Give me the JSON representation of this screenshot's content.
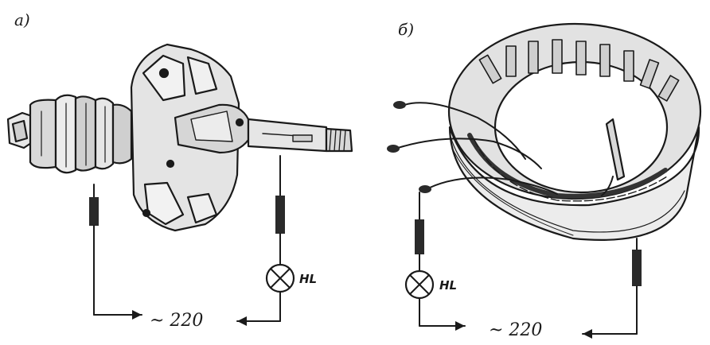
{
  "panels": {
    "left": {
      "label": "а)",
      "lamp_label": "HL",
      "voltage_label": "~ 220"
    },
    "right": {
      "label": "б)",
      "lamp_label": "HL",
      "voltage_label": "~ 220"
    }
  },
  "colors": {
    "ink": "#1a1a1a",
    "background": "#ffffff"
  },
  "icons": [
    "rotor-illustration",
    "stator-illustration",
    "lamp-icon",
    "test-probe-icon",
    "arrow-icon"
  ]
}
